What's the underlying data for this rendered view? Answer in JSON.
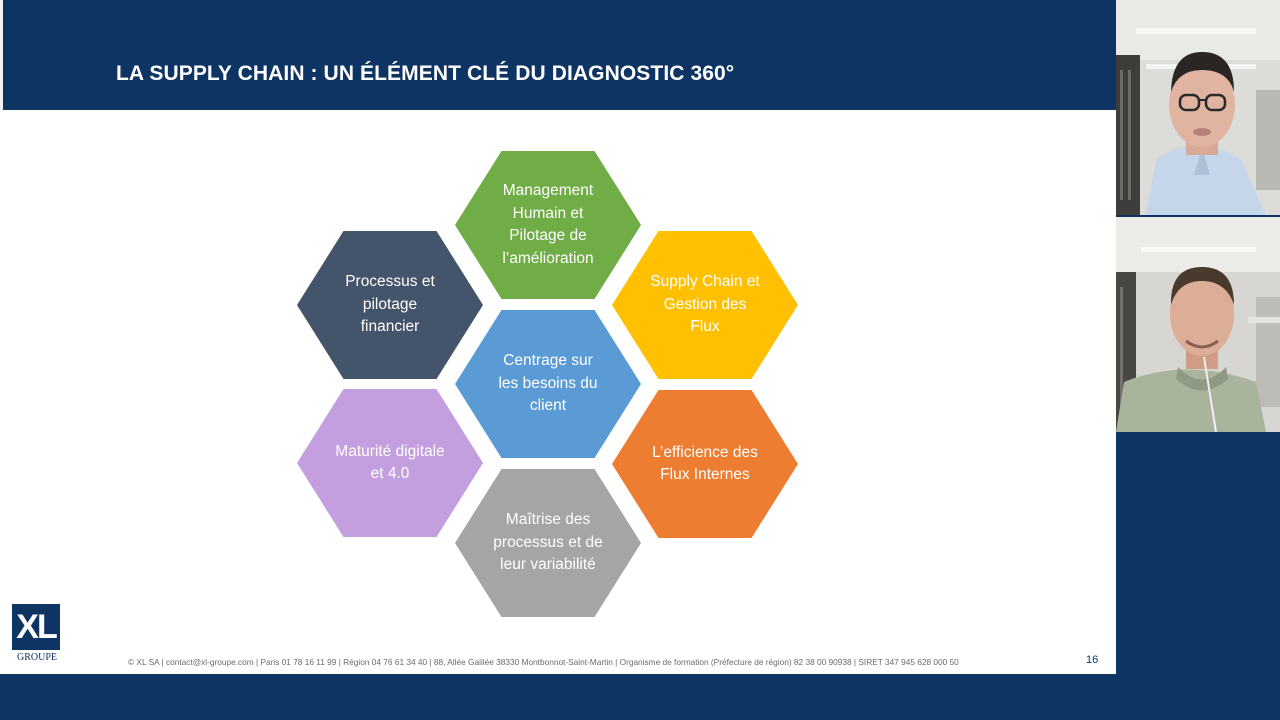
{
  "slide": {
    "title": "LA SUPPLY CHAIN : UN ÉLÉMENT CLÉ DU DIAGNOSTIC 360°",
    "hexagons": [
      {
        "id": "management",
        "text": "Management Humain et Pilotage de l’amélioration",
        "color": "#70ad47"
      },
      {
        "id": "supply-chain",
        "text": "Supply Chain et Gestion des Flux",
        "color": "#ffc000"
      },
      {
        "id": "processus-financier",
        "text": "Processus et pilotage financier",
        "color": "#44546a"
      },
      {
        "id": "centrage-client",
        "text": "Centrage sur les besoins du client",
        "color": "#5b9bd5"
      },
      {
        "id": "maturite-digitale",
        "text": "Maturité digitale et 4.0",
        "color": "#c49fe0"
      },
      {
        "id": "efficience-flux",
        "text": "L’efficience des Flux Internes",
        "color": "#ed7d31"
      },
      {
        "id": "maitrise-processus",
        "text": "Maîtrise des processus et de leur variabilité",
        "color": "#a5a5a5"
      }
    ],
    "logo": {
      "letters": "XL",
      "subtitle": "GROUPE"
    },
    "footer": "© XL SA | contact@xl-groupe.com | Paris 01 78 16 11 99 | Région 04 76 61 34 40 | 88, Allée Galilée 38330 Montbonnot-Saint-Martin | Organisme de formation (Préfecture de région) 82 38 00 90938 | SIRET 347 945 628 000 50",
    "page_number": "16"
  },
  "colors": {
    "brand_navy": "#0d3463",
    "slide_background": "#ffffff"
  },
  "participants": [
    {
      "id": "participant-1",
      "shirt_color": "#c6d6ea"
    },
    {
      "id": "participant-2",
      "shirt_color": "#a9b49d"
    }
  ]
}
